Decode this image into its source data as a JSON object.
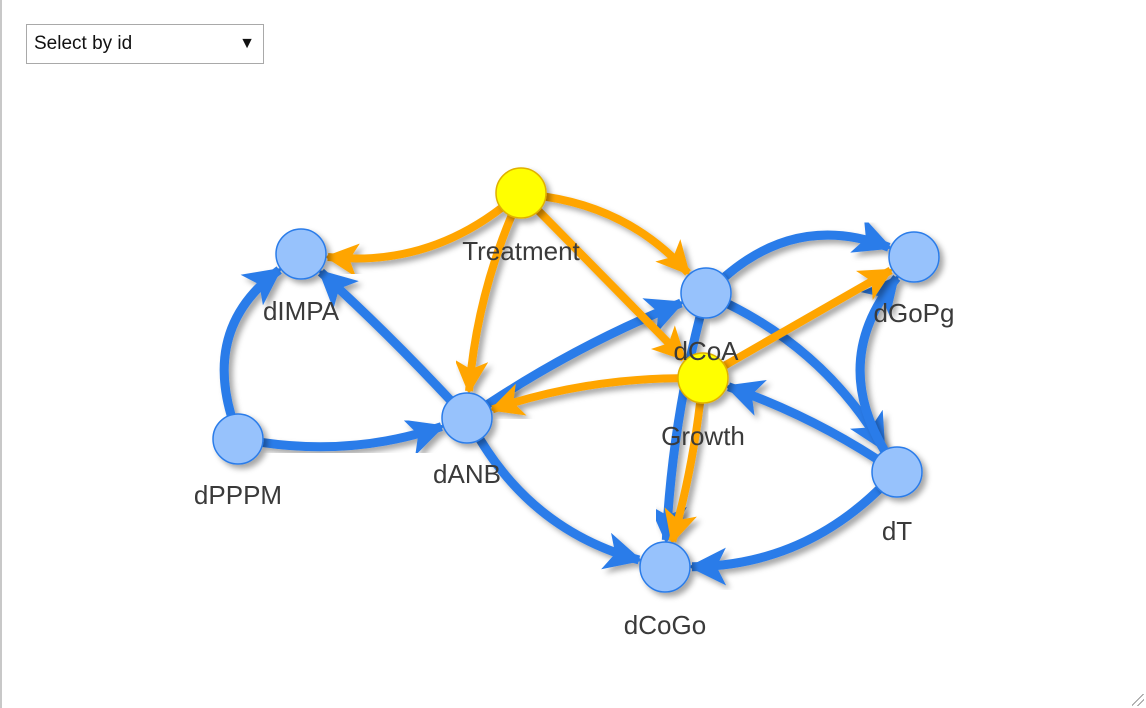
{
  "select": {
    "label": "Select by id",
    "arrow": "▼"
  },
  "colors": {
    "node_blue": "#97c2fc",
    "node_blue_border": "#2b7ce9",
    "node_yellow": "#ffff00",
    "node_yellow_border": "#e0b000",
    "edge_blue": "#2b7ce9",
    "edge_orange": "#ffa500",
    "label": "#3a3a3a"
  },
  "nodes": [
    {
      "id": "Treatment",
      "label": "Treatment",
      "group": "yellow"
    },
    {
      "id": "Growth",
      "label": "Growth",
      "group": "yellow"
    },
    {
      "id": "dIMPA",
      "label": "dIMPA",
      "group": "blue"
    },
    {
      "id": "dPPPM",
      "label": "dPPPM",
      "group": "blue"
    },
    {
      "id": "dANB",
      "label": "dANB",
      "group": "blue"
    },
    {
      "id": "dCoA",
      "label": "dCoA",
      "group": "blue"
    },
    {
      "id": "dGoPg",
      "label": "dGoPg",
      "group": "blue"
    },
    {
      "id": "dT",
      "label": "dT",
      "group": "blue"
    },
    {
      "id": "dCoGo",
      "label": "dCoGo",
      "group": "blue"
    }
  ],
  "edges": [
    {
      "from": "dANB",
      "to": "dIMPA",
      "color": "blue"
    },
    {
      "from": "dPPPM",
      "to": "dIMPA",
      "color": "blue"
    },
    {
      "from": "dPPPM",
      "to": "dANB",
      "color": "blue"
    },
    {
      "from": "dANB",
      "to": "dCoGo",
      "color": "blue"
    },
    {
      "from": "dANB",
      "to": "dCoA",
      "color": "blue"
    },
    {
      "from": "dCoA",
      "to": "dGoPg",
      "color": "blue"
    },
    {
      "from": "dCoA",
      "to": "dCoGo",
      "color": "blue"
    },
    {
      "from": "dCoA",
      "to": "dT",
      "color": "blue"
    },
    {
      "from": "dT",
      "to": "dGoPg",
      "color": "blue"
    },
    {
      "from": "dT",
      "to": "Growth",
      "color": "blue"
    },
    {
      "from": "dT",
      "to": "dCoGo",
      "color": "blue"
    },
    {
      "from": "Treatment",
      "to": "dIMPA",
      "color": "orange"
    },
    {
      "from": "Treatment",
      "to": "dANB",
      "color": "orange"
    },
    {
      "from": "Treatment",
      "to": "dCoA",
      "color": "orange"
    },
    {
      "from": "Treatment",
      "to": "Growth",
      "color": "orange"
    },
    {
      "from": "Growth",
      "to": "dANB",
      "color": "orange"
    },
    {
      "from": "Growth",
      "to": "dGoPg",
      "color": "orange"
    },
    {
      "from": "Growth",
      "to": "dCoGo",
      "color": "orange"
    }
  ]
}
